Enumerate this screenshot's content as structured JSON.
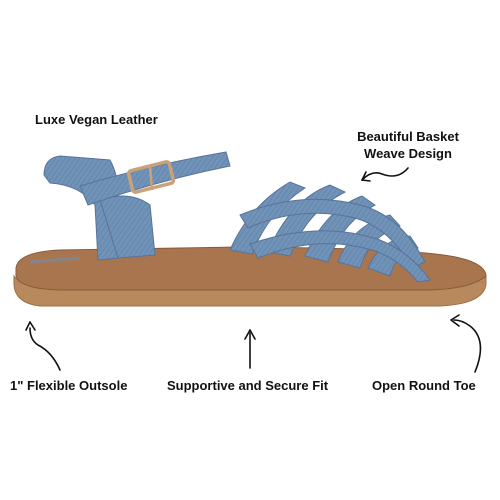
{
  "callouts": {
    "leather": "Luxe Vegan Leather",
    "weave_line1": "Beautiful Basket",
    "weave_line2": "Weave Design",
    "outsole": "1\" Flexible Outsole",
    "fit": "Supportive and Secure Fit",
    "toe": "Open Round Toe"
  },
  "colors": {
    "denim": "#6f8fb3",
    "denim_dark": "#5a7699",
    "footbed": "#a9754f",
    "outsole": "#b8895c",
    "buckle": "#c9a27a"
  },
  "icons": [
    "curved-arrow-icon",
    "up-arrow-icon",
    "buckle-icon"
  ]
}
